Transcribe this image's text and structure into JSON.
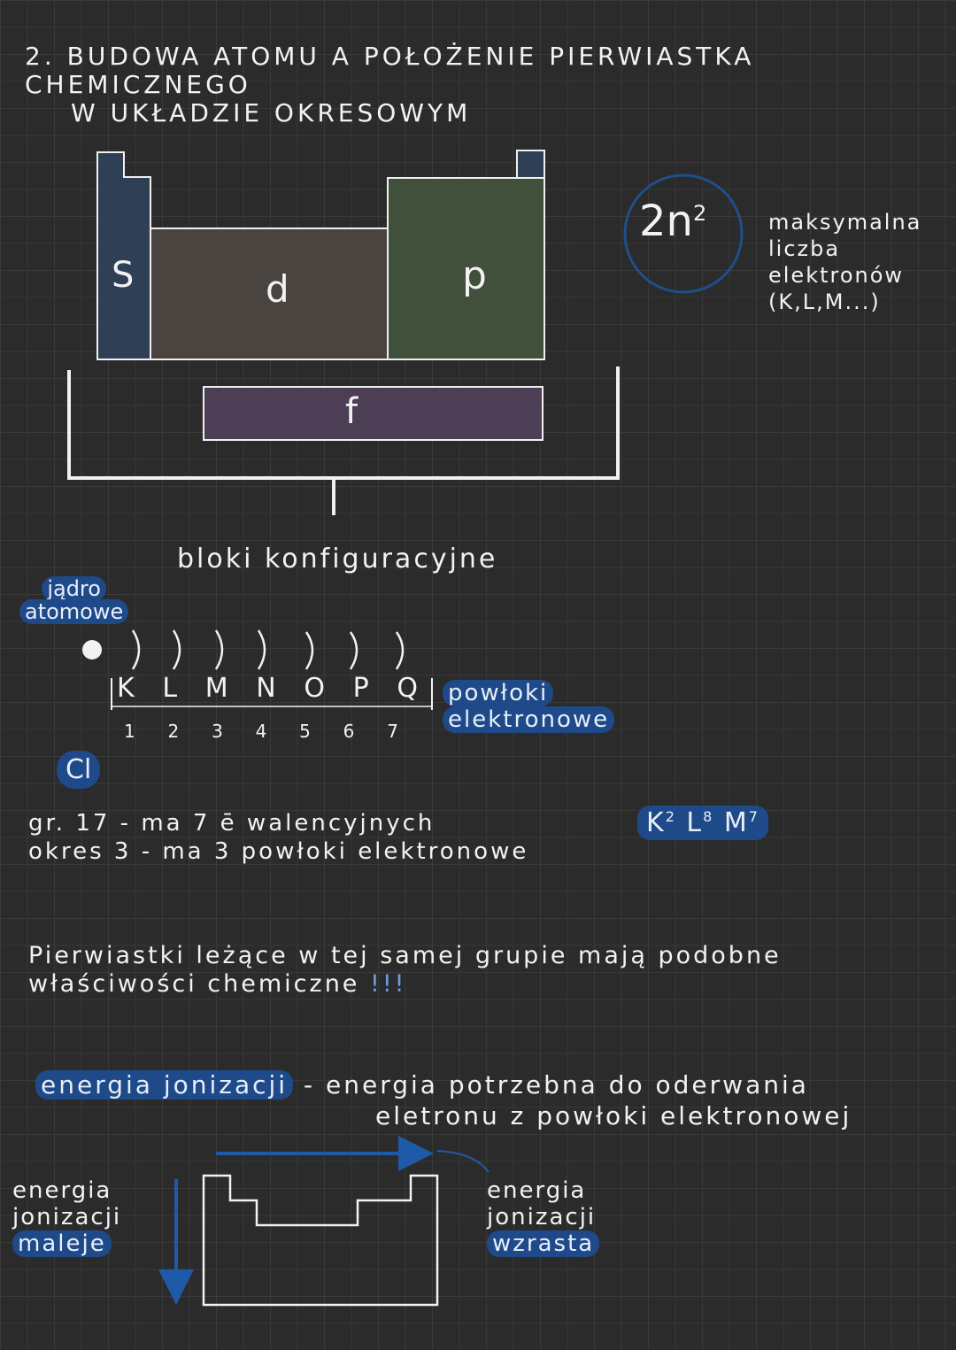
{
  "title": {
    "line1": "2. BUDOWA ATOMU A POŁOŻENIE PIERWIASTKA CHEMICZNEGO",
    "line2": "W UKŁADZIE OKRESOWYM"
  },
  "blocks": {
    "s": "S",
    "d": "d",
    "p": "p",
    "f": "f",
    "caption": "bloki konfiguracyjne",
    "colors": {
      "s": "#2f3f55",
      "d": "#4a4440",
      "p": "#40503a",
      "f": "#4c3f55",
      "outline": "#f0f0f0",
      "circle": "#1f4f8a"
    }
  },
  "formula": {
    "expression": "2n",
    "exponent": "2",
    "note": [
      "maksymalna",
      "liczba",
      "elektronów",
      "(K,L,M...)"
    ]
  },
  "shells": {
    "nucleus_label": [
      "jądro",
      "atomowe"
    ],
    "letters": [
      "K",
      "L",
      "M",
      "N",
      "O",
      "P",
      "Q"
    ],
    "numbers": [
      "1",
      "2",
      "3",
      "4",
      "5",
      "6",
      "7"
    ],
    "label": [
      "powłoki",
      "elektronowe"
    ]
  },
  "example": {
    "element": "Cl",
    "line1": "gr. 17 - ma 7 ē walencyjnych",
    "line2": "okres 3 - ma 3 powłoki elektronowe",
    "configuration": [
      {
        "shell": "K",
        "count": "2"
      },
      {
        "shell": "L",
        "count": "8"
      },
      {
        "shell": "M",
        "count": "7"
      }
    ]
  },
  "rule": {
    "line1": "Pierwiastki leżące w tej samej grupie mają podobne",
    "line2": "właściwości chemiczne",
    "emphasis": "!!!"
  },
  "ionization": {
    "term": "energia jonizacji",
    "dash": "-",
    "definition_line1": "energia potrzebna do oderwania",
    "definition_line2": "eletronu z powłoki elektronowej",
    "left_label": [
      "energia",
      "jonizacji"
    ],
    "left_trend": "maleje",
    "right_label": [
      "energia",
      "jonizacji"
    ],
    "right_trend": "wzrasta",
    "arrow_color": "#1f5aa8"
  }
}
